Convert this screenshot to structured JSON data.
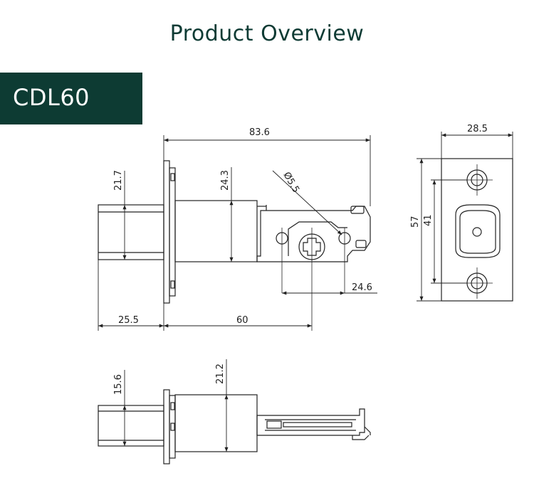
{
  "header": {
    "title": "Product Overview",
    "model": "CDL60"
  },
  "colors": {
    "banner": "#0d3b33",
    "title": "#0e3b34",
    "line": "#222222"
  },
  "dimensions": {
    "overall_length": "83.6",
    "tube_height": "21.7",
    "body_height": "24.3",
    "hole_diameter": "Ø5.5",
    "hole_offset": "24.6",
    "tail_length": "25.5",
    "backset": "60",
    "plate_width": "28.5",
    "plate_height": "57",
    "hole_spacing": "41",
    "bottom_tube_height": "15.6",
    "bottom_body_height": "21.2"
  }
}
